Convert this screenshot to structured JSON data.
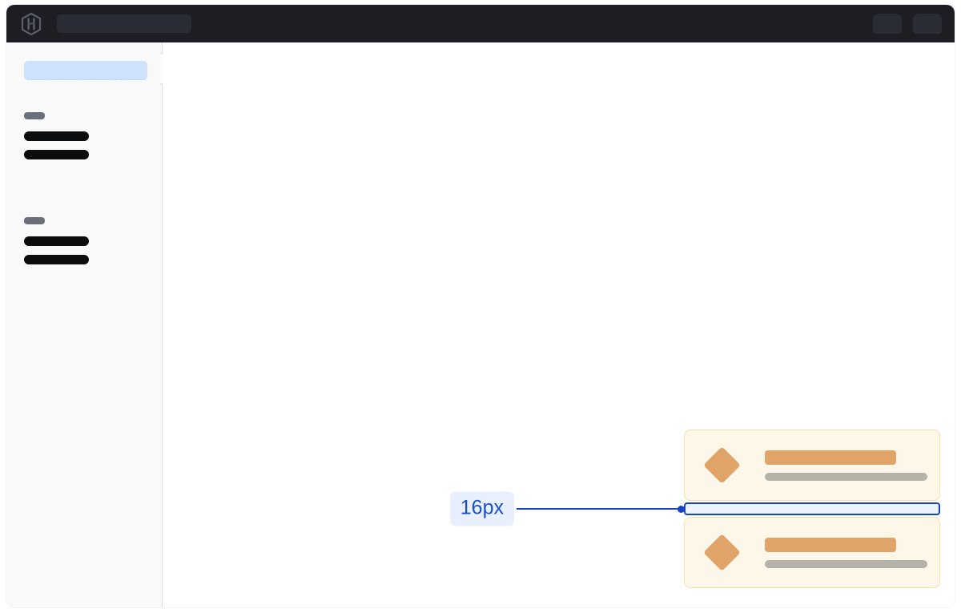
{
  "app": {
    "window_label": "application-window",
    "brand": {
      "icon": "hashicorp-hexagon-logo",
      "label": ""
    },
    "topbar": {
      "search": {
        "icon": "search-placeholder",
        "value": "",
        "placeholder": ""
      },
      "actions": [
        {
          "name": "nav-pill-one",
          "label": ""
        },
        {
          "name": "nav-pill-two",
          "label": ""
        }
      ]
    }
  },
  "sidebar": {
    "active_item": {
      "label": "",
      "state": "selected"
    },
    "groups": [
      {
        "label": "",
        "items": [
          {
            "label": ""
          },
          {
            "label": ""
          }
        ]
      },
      {
        "label": "",
        "items": [
          {
            "label": ""
          },
          {
            "label": ""
          }
        ]
      }
    ],
    "collapse_handle": {
      "icon": "sidebar-collapse-handle",
      "label": ""
    }
  },
  "inspector": {
    "measurement": {
      "value": "16px",
      "axis": "vertical-gap",
      "accent_color": "#1744C0",
      "label_background": "#E8F0FD",
      "band_fill": "#EDF3FE"
    },
    "cards": [
      {
        "icon": "diamond-icon",
        "primary_line": "",
        "secondary_line": "",
        "background": "#FDF7E9",
        "border_color": "#F5DFAE",
        "accent_color": "#E0A468"
      },
      {
        "icon": "diamond-icon",
        "primary_line": "",
        "secondary_line": "",
        "background": "#FDF7E9",
        "border_color": "#F5DFAE",
        "accent_color": "#E0A468"
      }
    ]
  },
  "colors": {
    "topbar_background": "#1C1E24",
    "sidebar_background": "#F9F9FA",
    "content_background": "#FFFFFF",
    "sidebar_active": "#CFE2FB",
    "sidebar_item": "#0B0C0E",
    "sidebar_group_label": "#6B6F7B",
    "divider": "#DEDEE3"
  }
}
